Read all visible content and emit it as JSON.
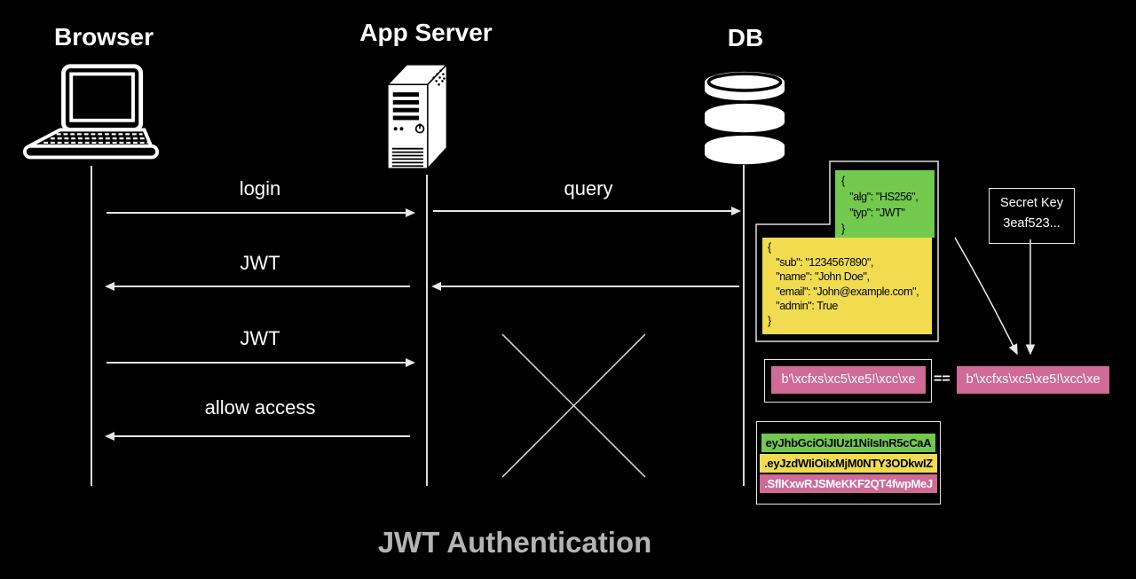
{
  "title": "JWT Authentication",
  "actors": {
    "browser": "Browser",
    "app_server": "App Server",
    "db": "DB"
  },
  "messages": {
    "login": "login",
    "query": "query",
    "jwt_return": "JWT",
    "jwt_send": "JWT",
    "allow_access": "allow access"
  },
  "jwt": {
    "header_json": "{\n   \"alg\": \"HS256\",\n   \"typ\": \"JWT\"\n}",
    "payload_json": "{\n   \"sub\": \"1234567890\",\n   \"name\": \"John Doe\",\n   \"email\": \"John@example.com\",\n   \"admin\": True\n}",
    "secret_key": "Secret Key\n3eaf523...",
    "signature_check": {
      "left": "b'\\xcfxs\\xc5\\xe5!\\xcc\\xe",
      "operator": "==",
      "right": "b'\\xcfxs\\xc5\\xe5!\\xcc\\xe"
    },
    "token": {
      "header": "eyJhbGciOiJIUzI1NiIsInR5cCaA",
      "payload": ".eyJzdWIiOiIxMjM0NTY3ODkwIZ",
      "signature": ".SflKxwRJSMeKKF2QT4fwpMeJ"
    }
  },
  "colors": {
    "header_green": "#72c94e",
    "payload_yellow": "#f0dc4e",
    "signature_pink": "#d06a96",
    "background": "#000000"
  }
}
